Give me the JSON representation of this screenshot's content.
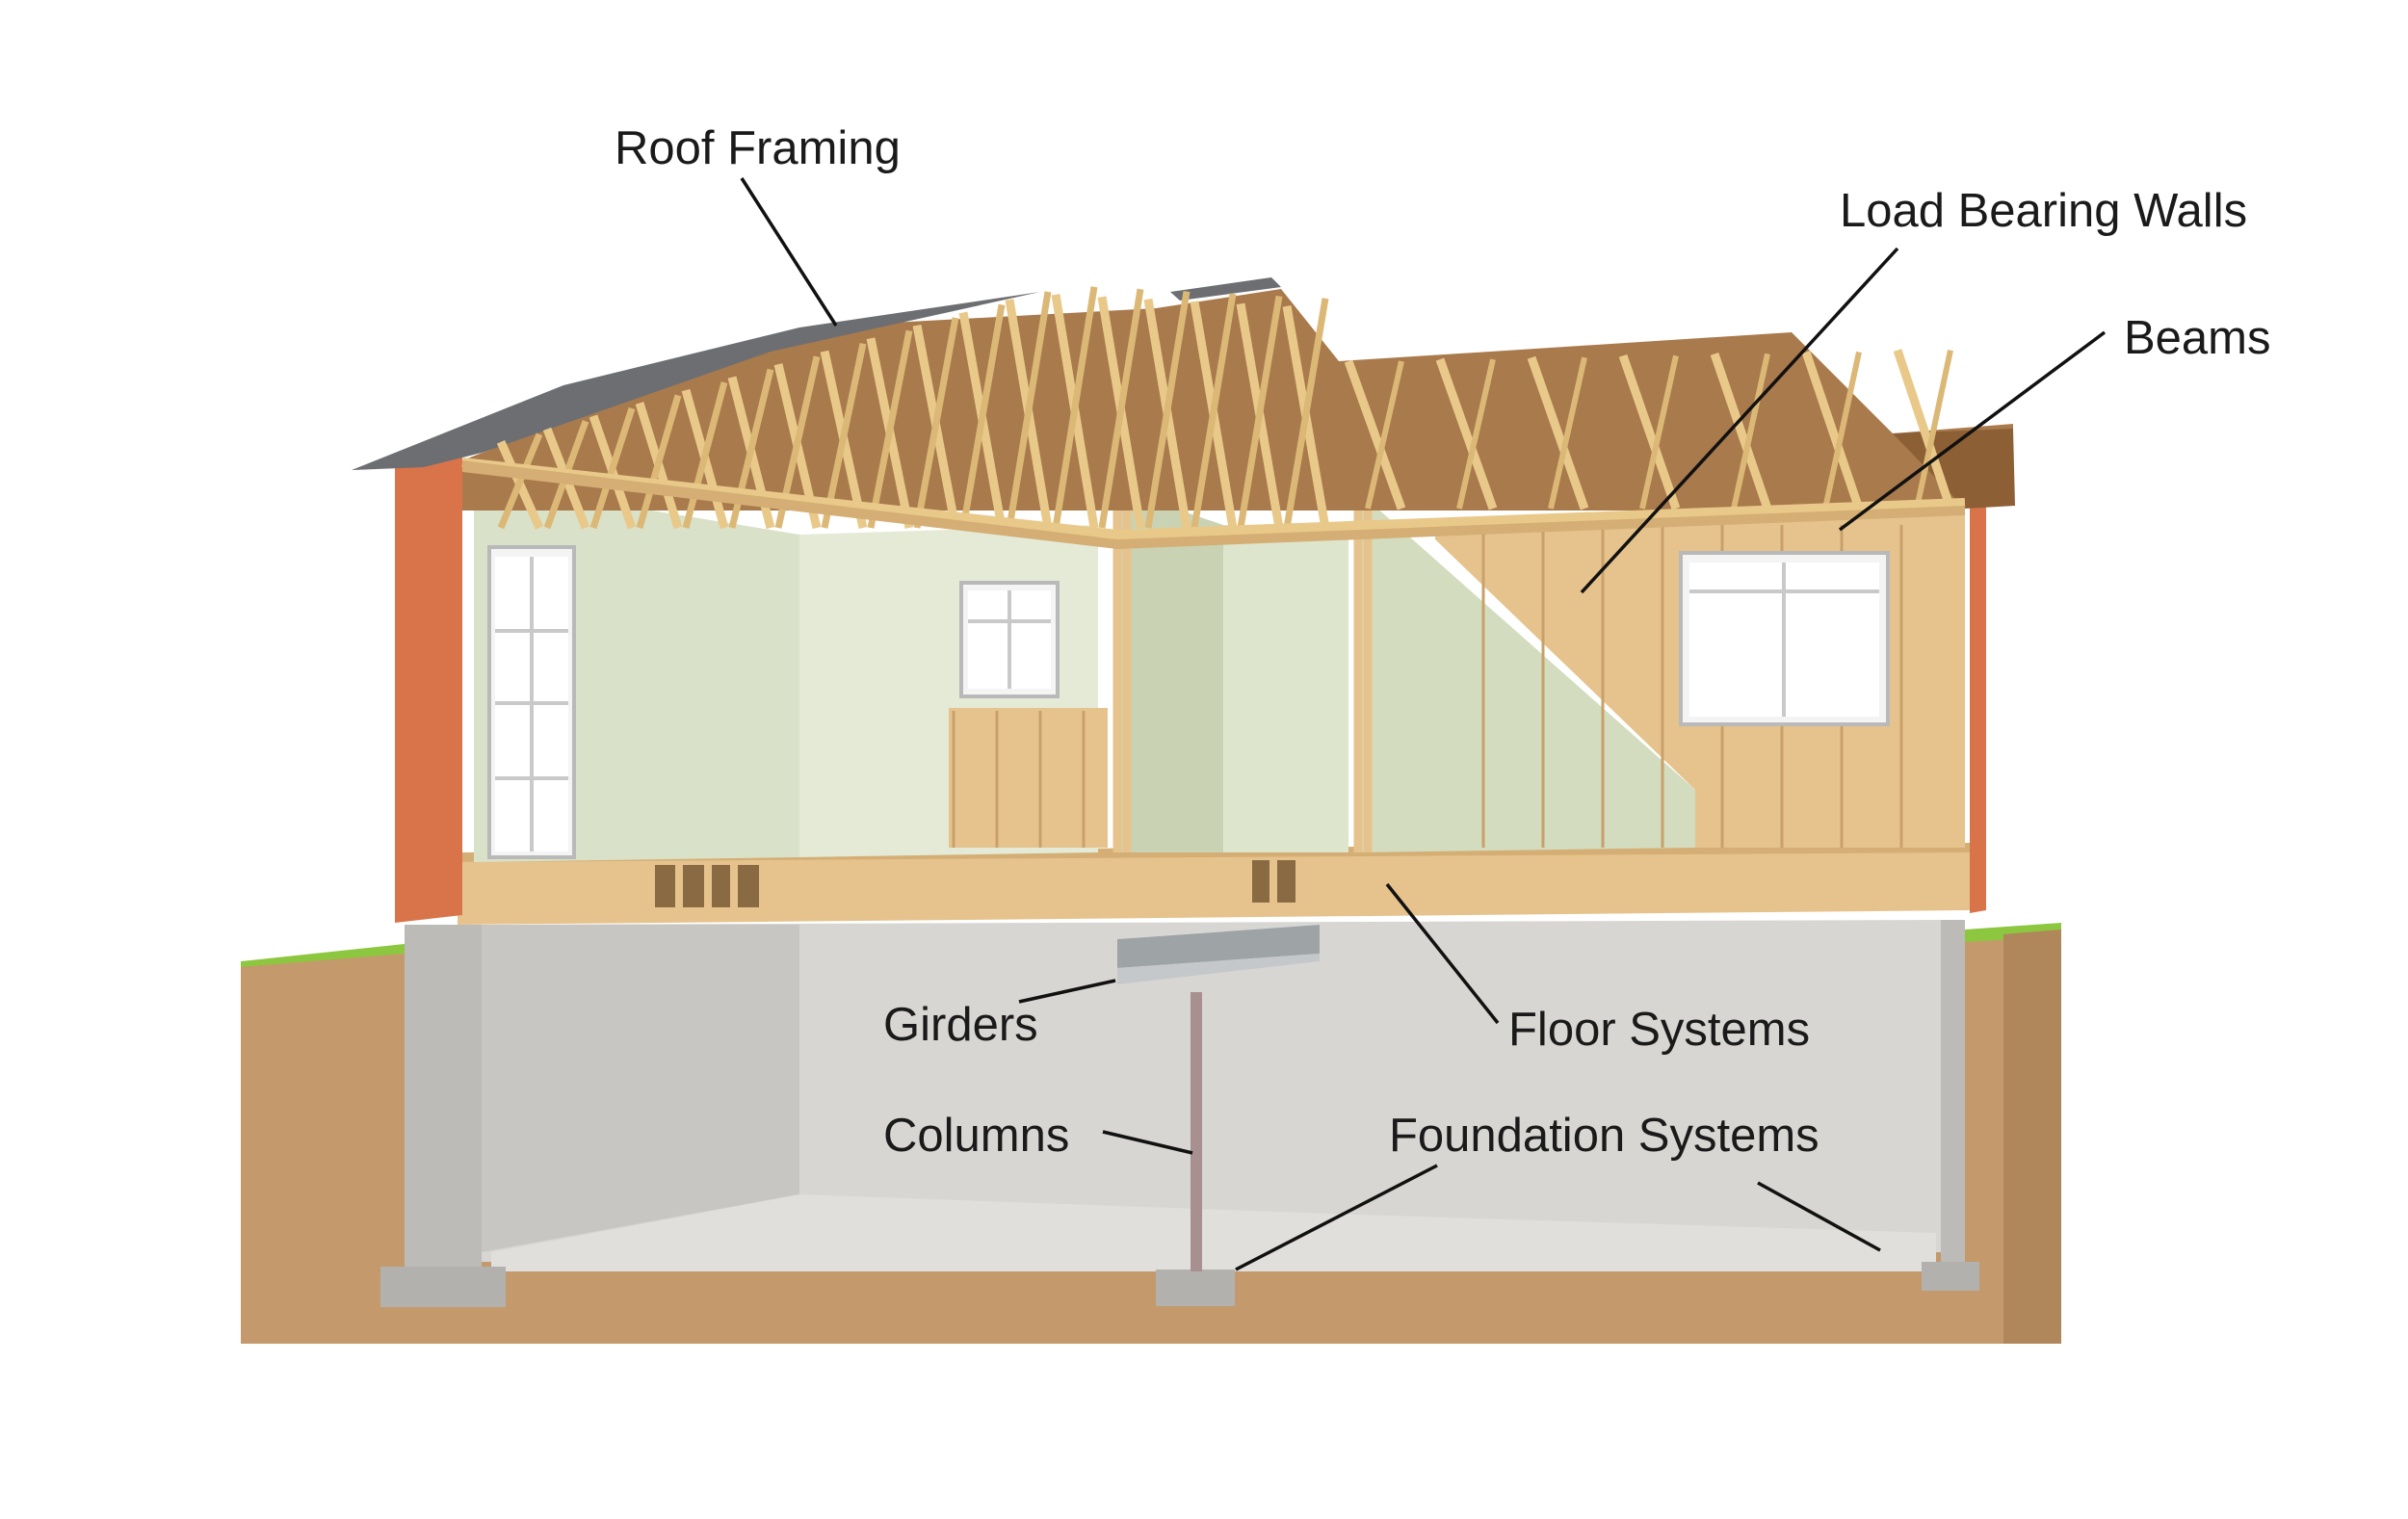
{
  "labels": {
    "roof_framing": "Roof Framing",
    "load_bearing_walls": "Load Bearing Walls",
    "beams": "Beams",
    "girders": "Girders",
    "floor_systems": "Floor Systems",
    "columns": "Columns",
    "foundation_systems": "Foundation Systems"
  },
  "colors": {
    "soil": "#c49a6c",
    "grass": "#8dc63f",
    "foundation": "#c9c7c4",
    "concrete_floor": "#dcdcda",
    "lumber": "#e6c38d",
    "truss": "#e9c98a",
    "sheathing": "#a97a4c",
    "shingles": "#6c6e72",
    "siding": "#d9744a",
    "drywall": "#d9e2c8",
    "steel": "#9ea3a6"
  }
}
